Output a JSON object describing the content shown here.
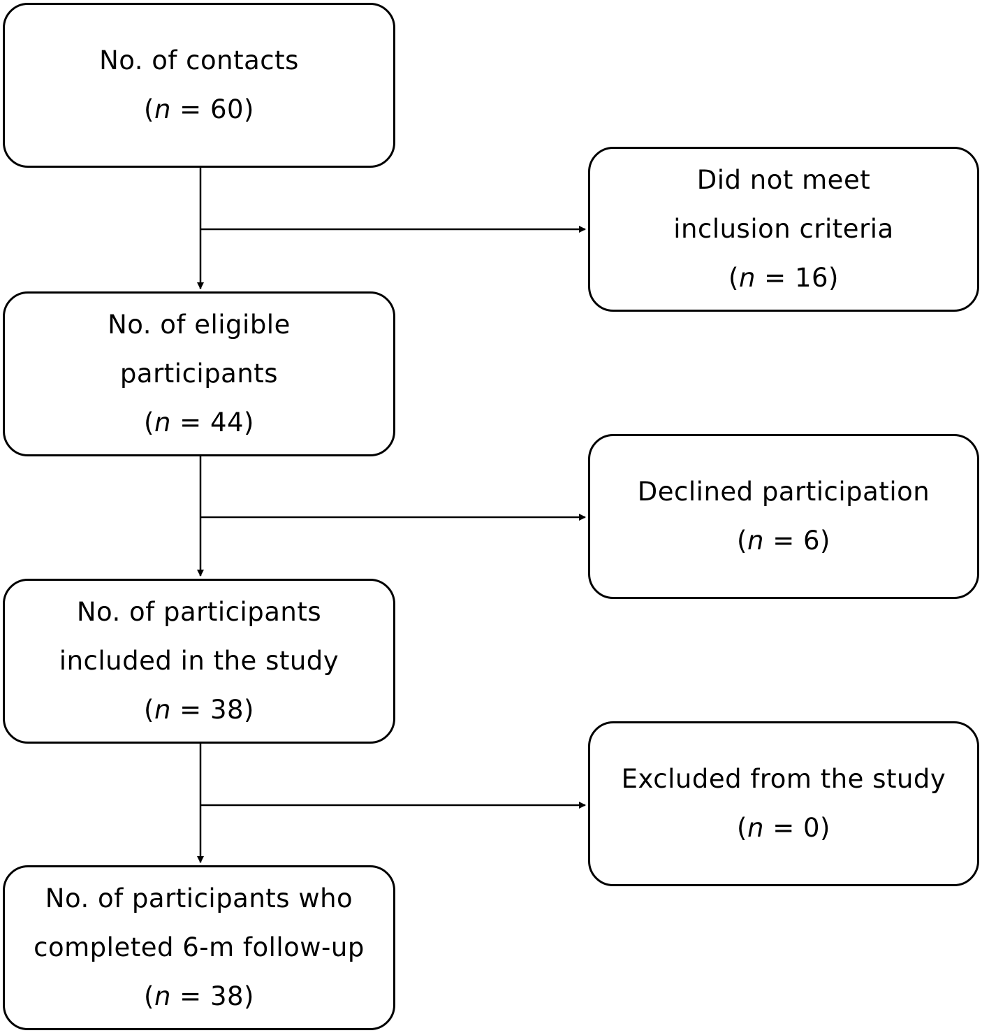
{
  "flow": {
    "contacts": {
      "lines": [
        "No. of contacts"
      ],
      "count": {
        "symbol": "n",
        "value": "60"
      }
    },
    "eligible": {
      "lines": [
        "No. of eligible",
        "participants"
      ],
      "count": {
        "symbol": "n",
        "value": "44"
      }
    },
    "included": {
      "lines": [
        "No. of participants",
        "included in the study"
      ],
      "count": {
        "symbol": "n",
        "value": "38"
      }
    },
    "completed": {
      "lines": [
        "No. of participants who",
        "completed 6-m follow-up"
      ],
      "count": {
        "symbol": "n",
        "value": "38"
      }
    }
  },
  "exclusions": {
    "not_meet": {
      "lines": [
        "Did not meet",
        "inclusion criteria"
      ],
      "count": {
        "symbol": "n",
        "value": "16"
      }
    },
    "declined": {
      "lines": [
        "Declined participation"
      ],
      "count": {
        "symbol": "n",
        "value": "6"
      }
    },
    "excluded": {
      "lines": [
        "Excluded from the study"
      ],
      "count": {
        "symbol": "n",
        "value": "0"
      }
    }
  },
  "style": {
    "stroke": "#000000",
    "background": "#ffffff"
  }
}
